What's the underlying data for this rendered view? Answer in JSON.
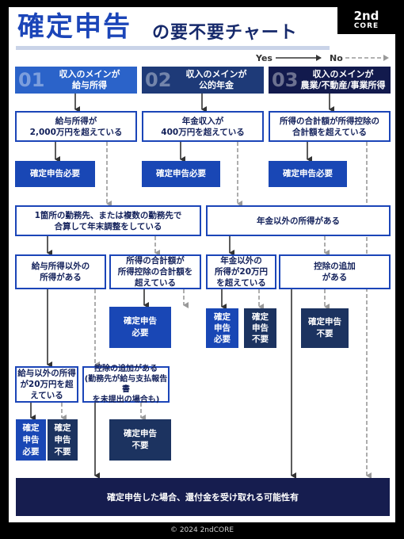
{
  "title": {
    "main": "確定申告",
    "sub": "の要不要チャート"
  },
  "logo": {
    "line1": "2nd",
    "line2": "CORE"
  },
  "legend": {
    "yes": "Yes",
    "no": "No"
  },
  "headers": [
    {
      "num": "01",
      "text": "収入のメインが\n給与所得",
      "color": "#2b63c9"
    },
    {
      "num": "02",
      "text": "収入のメインが\n公的年金",
      "color": "#1e3a78"
    },
    {
      "num": "03",
      "text": "収入のメインが\n農業/不動産/事業所得",
      "color": "#121a4d"
    }
  ],
  "questions": {
    "q1": "給与所得が\n2,000万円を超えている",
    "q2": "年金収入が\n400万円を超えている",
    "q3": "所得の合計額が所得控除の\n合計額を超えている",
    "q4": "1箇所の勤務先、または複数の勤務先で\n合算して年末調整をしている",
    "q5": "年金以外の所得がある",
    "q6": "給与所得以外の\n所得がある",
    "q7": "所得の合計額が\n所得控除の合計額を\n超えている",
    "q8": "年金以外の\n所得が20万円\nを超えている",
    "q9": "控除の追加\nがある",
    "q10": "給与以外の所得\nが20万円を超\nえている",
    "q11": "控除の追加がある\n(勤務先が給与支払報告書\nを未提出の場合も)"
  },
  "results": {
    "required_wide": "確定申告必要",
    "required": "確定申告\n必要",
    "not_required": "確定申告\n不要",
    "required_vertical": "確定\n申告\n必要",
    "not_required_vertical": "確定\n申告\n不要"
  },
  "final": "確定申告した場合、還付金を受け取れる可能性有",
  "copyright": "© 2024 2ndCORE",
  "colors": {
    "blue": "#1b45b8",
    "required": "#1947b5",
    "not_required": "#1c3360",
    "final": "#161d4f"
  }
}
